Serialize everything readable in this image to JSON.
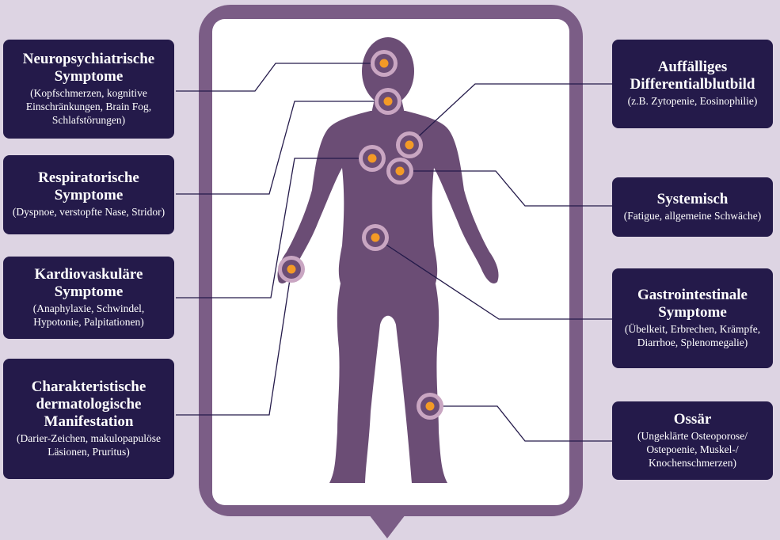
{
  "colors": {
    "background": "#ddd4e3",
    "frame": "#7b5d86",
    "panel": "#ffffff",
    "figure": "#6b4d75",
    "box": "#241a4a",
    "connector": "#241a4a",
    "marker_outer": "#c9a6c2",
    "marker_ring": "#6b4d75",
    "marker_dot": "#f39a26"
  },
  "boxes": {
    "neuro": {
      "title": "Neuropsychiatrische Symptome",
      "desc": "(Kopfschmerzen, kognitive Einschränkungen, Brain Fog, Schlafstörungen)"
    },
    "resp": {
      "title": "Respiratorische Symptome",
      "desc": "(Dyspnoe, verstopfte Nase, Stridor)"
    },
    "cardio": {
      "title": "Kardiovaskuläre Symptome",
      "desc": "(Anaphylaxie, Schwindel, Hypotonie, Palpitationen)"
    },
    "derm": {
      "title": "Charakteristische dermatologische Manifestation",
      "desc": "(Darier-Zeichen, makulopapulöse Läsionen, Pruritus)"
    },
    "blood": {
      "title": "Auffälliges Differentialblutbild",
      "desc": "(z.B. Zytopenie, Eosinophilie)"
    },
    "system": {
      "title": "Systemisch",
      "desc": "(Fatigue, allgemeine Schwäche)"
    },
    "gastro": {
      "title": "Gastrointestinale Symptome",
      "desc": "(Übelkeit, Erbrechen, Krämpfe, Diarrhoe, Splenomegalie)"
    },
    "bone": {
      "title": "Ossär",
      "desc": "(Ungeklärte Osteoporose/ Ostepoenie, Muskel-/ Knochenschmerzen)"
    }
  },
  "markers": [
    "head",
    "neck",
    "chest-left",
    "chest-center",
    "chest-right",
    "abdomen",
    "hand",
    "knee"
  ]
}
